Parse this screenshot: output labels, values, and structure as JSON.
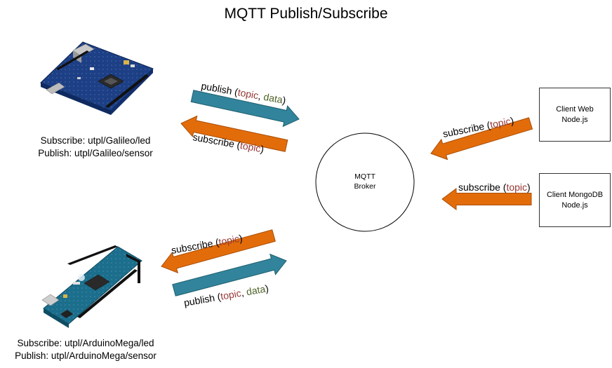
{
  "title": "MQTT Publish/Subscribe",
  "colors": {
    "publish_arrow": "#31849B",
    "subscribe_arrow": "#E36C0A",
    "topic_text": "#953735",
    "data_text": "#4F6228",
    "board_galileo": "#1C3F85",
    "board_arduino": "#1B6E8C"
  },
  "broker": {
    "line1": "MQTT",
    "line2": "Broker"
  },
  "galileo": {
    "image_icon": "intel-galileo-board",
    "subscribe_label": "Subscribe: utpl/Galileo/led",
    "publish_label": "Publish: utpl/Galileo/sensor"
  },
  "arduino": {
    "image_icon": "arduino-mega-board",
    "subscribe_label": "Subscribe: utpl/ArduinoMega/led",
    "publish_label": "Publish: utpl/ArduinoMega/sensor"
  },
  "client_web": {
    "line1": "Client Web",
    "line2": "Node.js"
  },
  "client_mongo": {
    "line1": "Client MongoDB",
    "line2": "Node.js"
  },
  "arrow_text": {
    "publish": "publish (",
    "subscribe": "subscribe (",
    "topic": "topic",
    "comma": ", ",
    "data": "data",
    "close": ")"
  }
}
